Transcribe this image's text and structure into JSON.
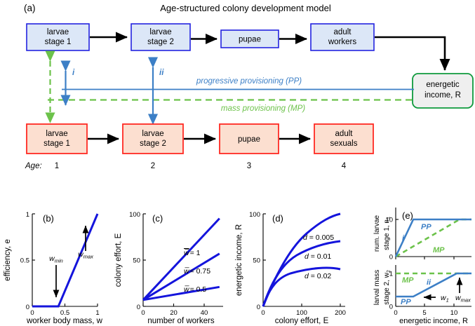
{
  "figure": {
    "panel_a_label": "(a)",
    "panel_a_title": "Age-structured colony development model",
    "panel_b_label": "(b)",
    "panel_c_label": "(c)",
    "panel_d_label": "(d)",
    "panel_e_label": "(e)"
  },
  "colors": {
    "worker_box_fill": "#dce7f7",
    "worker_box_border": "#2323e0",
    "sexual_box_fill": "#fcdfd0",
    "sexual_box_border": "#ff2a23",
    "income_box_fill": "#efefef",
    "income_box_border": "#0e9a3c",
    "pp_blue": "#3c7fc6",
    "mp_green": "#6cc24a",
    "plot_blue": "#1414dc",
    "arrow_black": "#000000"
  },
  "diagram": {
    "worker_row": [
      {
        "line1": "larvae",
        "line2": "stage 1"
      },
      {
        "line1": "larvae",
        "line2": "stage 2"
      },
      {
        "line1": "pupae",
        "line2": ""
      },
      {
        "line1": "adult",
        "line2": "workers"
      }
    ],
    "sexual_row": [
      {
        "line1": "larvae",
        "line2": "stage 1"
      },
      {
        "line1": "larvae",
        "line2": "stage 2"
      },
      {
        "line1": "pupae",
        "line2": ""
      },
      {
        "line1": "adult",
        "line2": "sexuals"
      }
    ],
    "income_box": {
      "line1": "energetic",
      "line2": "income, R"
    },
    "pp_label": "progressive provisioning (PP)",
    "mp_label": "mass provisioning (MP)",
    "arrow_i_label": "i",
    "arrow_ii_label": "ii",
    "age_label": "Age:",
    "age_values": [
      "1",
      "2",
      "3",
      "4"
    ]
  },
  "chart_data": [
    {
      "id": "panel_b",
      "type": "line",
      "title": "(b)",
      "xlabel": "worker body mass, w",
      "ylabel": "efficiency, e",
      "xlim": [
        0,
        1
      ],
      "ylim": [
        0,
        1
      ],
      "xticks": [
        0,
        0.5,
        1
      ],
      "xticklabels": [
        "0",
        "0.5",
        "1"
      ],
      "yticks": [
        0,
        0.5,
        1
      ],
      "yticklabels": [
        "0",
        "0.5",
        "1"
      ],
      "grid": false,
      "series": [
        {
          "name": "efficiency",
          "color": "#1414dc",
          "x": [
            0,
            0.4,
            1.0
          ],
          "y": [
            0,
            0,
            1.0
          ]
        }
      ],
      "annotations": [
        {
          "text": "wmin",
          "base": "w",
          "sub": "min",
          "x": 0.33,
          "y": 0.52,
          "arrow": "down"
        },
        {
          "text": "wmax",
          "base": "w",
          "sub": "max",
          "x": 0.83,
          "y": 0.62,
          "arrow": "up"
        }
      ]
    },
    {
      "id": "panel_c",
      "type": "line",
      "title": "(c)",
      "xlabel": "number of workers",
      "ylabel": "colony effort, E",
      "xlim": [
        0,
        52
      ],
      "ylim": [
        0,
        100
      ],
      "xticks": [
        0,
        20,
        40
      ],
      "xticklabels": [
        "0",
        "20",
        "40"
      ],
      "yticks": [
        0,
        50,
        100
      ],
      "yticklabels": [
        "0",
        "50",
        "100"
      ],
      "grid": false,
      "series": [
        {
          "name": "w = 1",
          "label": "= 1",
          "color": "#1414dc",
          "x": [
            0,
            50
          ],
          "y": [
            7,
            95
          ]
        },
        {
          "name": "w = 0.75",
          "label": "= 0.75",
          "color": "#1414dc",
          "x": [
            0,
            50
          ],
          "y": [
            7,
            57
          ]
        },
        {
          "name": "w = 0.5",
          "label": "= 0.5",
          "color": "#1414dc",
          "x": [
            0,
            50
          ],
          "y": [
            7,
            21
          ]
        }
      ],
      "annotations": [
        {
          "label": "= 1",
          "x": 30,
          "y": 58
        },
        {
          "label": "= 0.75",
          "x": 30,
          "y": 33
        },
        {
          "label": "= 0.5",
          "x": 30,
          "y": 10
        }
      ]
    },
    {
      "id": "panel_d",
      "type": "line",
      "title": "(d)",
      "xlabel": "colony effort, E",
      "ylabel": "energetic income, R",
      "xlim": [
        0,
        210
      ],
      "ylim": [
        0,
        100
      ],
      "xticks": [
        0,
        100,
        200
      ],
      "xticklabels": [
        "0",
        "100",
        "200"
      ],
      "yticks": [
        0,
        50,
        100
      ],
      "yticklabels": [
        "0",
        "50",
        "100"
      ],
      "grid": false,
      "series": [
        {
          "name": "d = 0.005",
          "label": "d = 0.005",
          "color": "#1414dc",
          "d": 0.005,
          "Rmax": 160
        },
        {
          "name": "d = 0.01",
          "label": "d = 0.01",
          "color": "#1414dc",
          "d": 0.01,
          "Rmax": 105
        },
        {
          "name": "d = 0.02",
          "label": "d = 0.02",
          "color": "#1414dc",
          "d": 0.02,
          "Rmax": 62
        }
      ],
      "annotations": [
        {
          "label": "d = 0.005",
          "x": 120,
          "y": 72
        },
        {
          "label": "d = 0.01",
          "x": 120,
          "y": 48
        },
        {
          "label": "d = 0.02",
          "x": 120,
          "y": 27
        }
      ]
    },
    {
      "id": "panel_e_top",
      "type": "line",
      "title": "(e)",
      "xlabel": "",
      "ylabel": "num. larvae stage 1, n1",
      "ylabel_line1": "num. larvae",
      "ylabel_line2": "stage 1, n",
      "ylabel_sub": "1",
      "xlim": [
        0,
        13
      ],
      "ylim": [
        0,
        12
      ],
      "xticks": [
        0,
        5,
        10
      ],
      "xticklabels": [
        "",
        "",
        ""
      ],
      "yticks": [
        0,
        10
      ],
      "yticklabels": [
        "0",
        "10"
      ],
      "grid": false,
      "series": [
        {
          "name": "PP",
          "color": "#3c7fc6",
          "style": "solid",
          "x": [
            0,
            3,
            13
          ],
          "y": [
            0,
            10,
            10
          ]
        },
        {
          "name": "MP",
          "color": "#6cc24a",
          "style": "dashed",
          "x": [
            0,
            11,
            13
          ],
          "y": [
            0,
            10,
            10
          ]
        }
      ],
      "annotations": [
        {
          "label": "i",
          "x": 1.4,
          "y": 5.5,
          "color": "#3c7fc6"
        },
        {
          "label": "PP",
          "x": 4.4,
          "y": 8.4,
          "color": "#3c7fc6"
        },
        {
          "label": "MP",
          "x": 6.6,
          "y": 2.1,
          "color": "#6cc24a"
        }
      ]
    },
    {
      "id": "panel_e_bottom",
      "type": "line",
      "title": "",
      "xlabel": "energetic income, R",
      "ylabel": "larval mass stage 2, w2",
      "ylabel_line1": "larval mass",
      "ylabel_line2": "stage 2, w",
      "ylabel_sub": "2",
      "xlim": [
        0,
        13
      ],
      "ylim": [
        0,
        1.25
      ],
      "xticks": [
        0,
        5,
        10
      ],
      "xticklabels": [
        "0",
        "5",
        "10"
      ],
      "yticks": [
        0,
        1
      ],
      "yticklabels": [
        "0",
        "1"
      ],
      "grid": false,
      "series": [
        {
          "name": "PP",
          "color": "#3c7fc6",
          "style": "solid",
          "x": [
            0,
            3,
            10.5,
            13
          ],
          "y": [
            0.3,
            0.3,
            1.0,
            1.0
          ]
        },
        {
          "name": "MP",
          "color": "#6cc24a",
          "style": "dashed",
          "x": [
            0,
            13
          ],
          "y": [
            1.0,
            1.0
          ]
        }
      ],
      "annotations": [
        {
          "label": "MP",
          "x": 1.3,
          "y": 0.82,
          "color": "#6cc24a"
        },
        {
          "label": "ii",
          "x": 5.0,
          "y": 0.74,
          "color": "#3c7fc6"
        },
        {
          "label": "PP",
          "x": 1.3,
          "y": 0.14,
          "color": "#3c7fc6"
        },
        {
          "label": "w1",
          "base": "w",
          "sub": "1",
          "x": 7.6,
          "y": 0.33,
          "arrow": "left"
        },
        {
          "label": "wmax",
          "base": "w",
          "sub": "max",
          "x": 10.8,
          "y": 0.33,
          "arrow": "up"
        }
      ]
    }
  ]
}
